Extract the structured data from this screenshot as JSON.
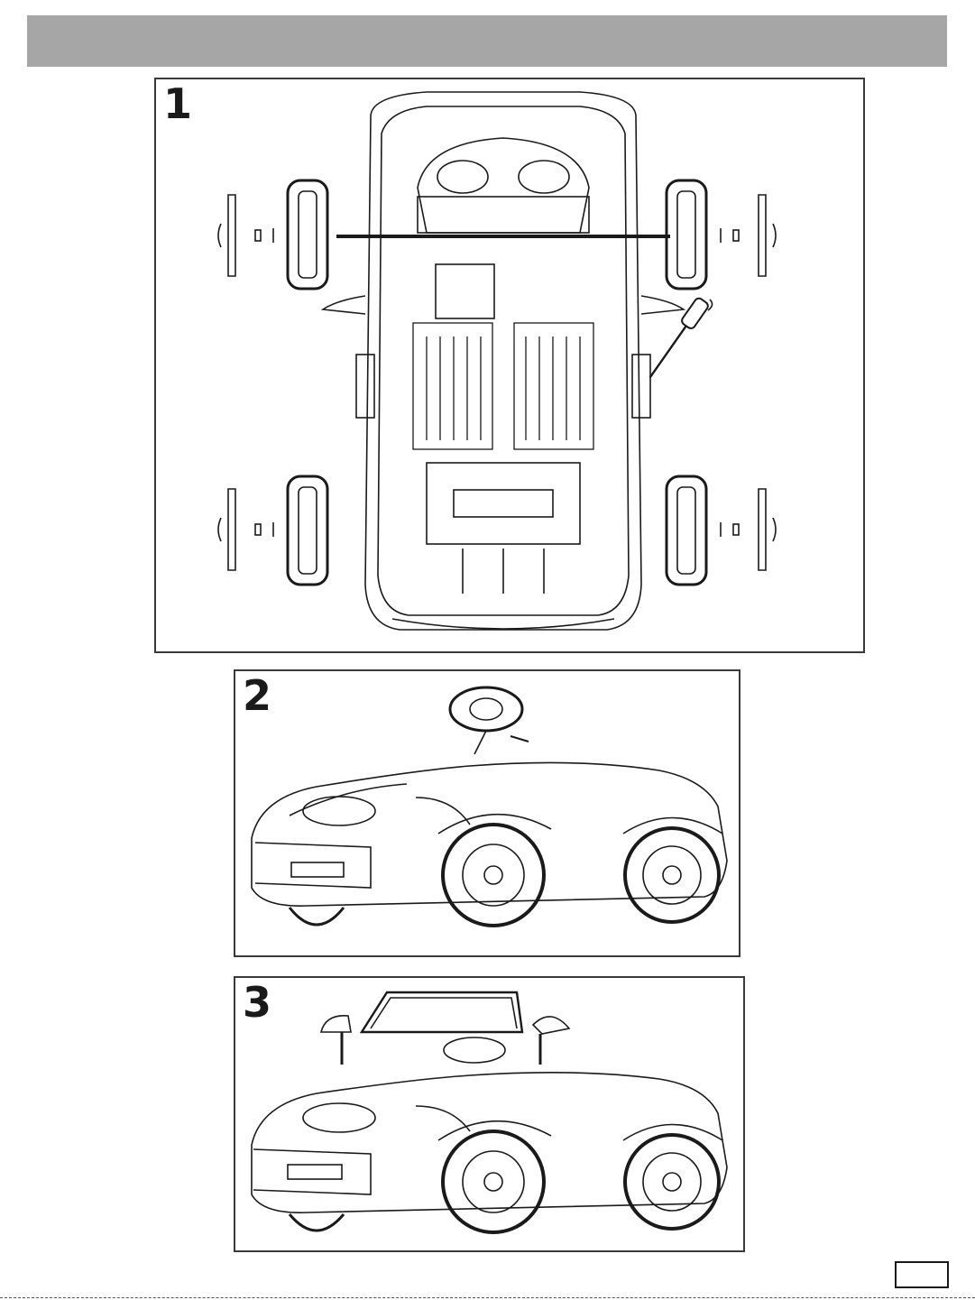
{
  "page": {
    "header_bar_color": "#a6a6a6",
    "page_number": ""
  },
  "steps": [
    {
      "number": "1",
      "illustration": "car-underside-wheel-assembly"
    },
    {
      "number": "2",
      "illustration": "steering-wheel-installation"
    },
    {
      "number": "3",
      "illustration": "windshield-and-mirrors-installation"
    }
  ]
}
